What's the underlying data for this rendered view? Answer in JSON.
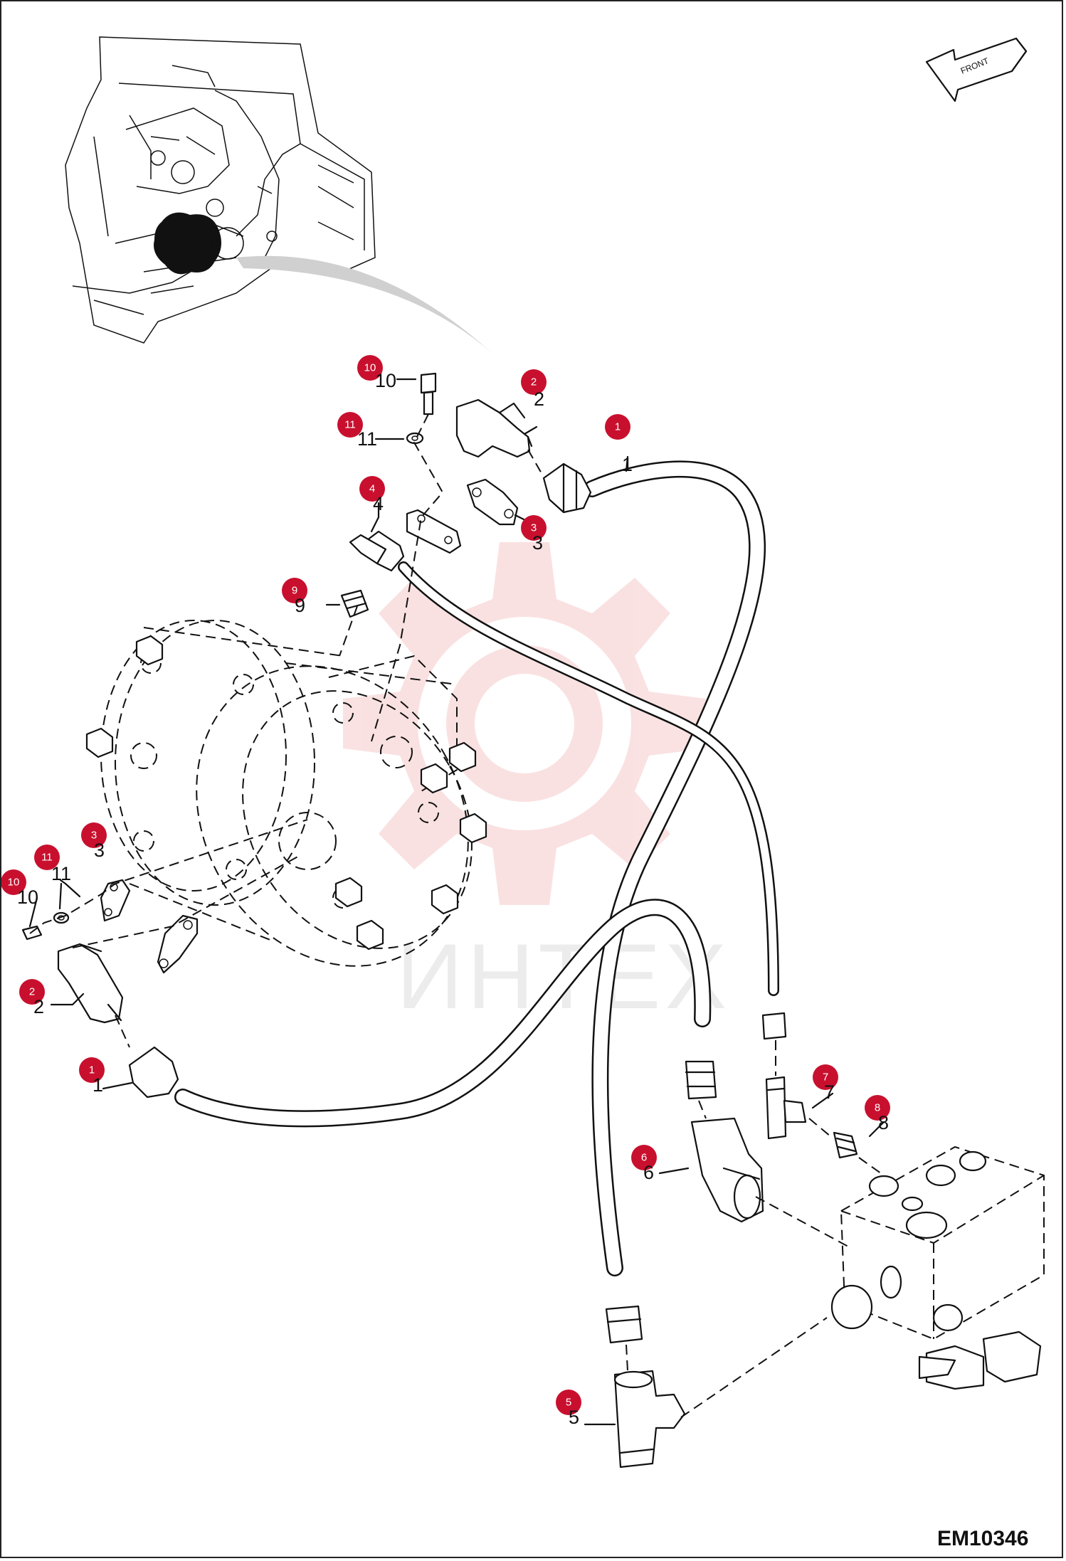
{
  "diagram": {
    "drawing_code": "EM10346",
    "orientation_label": "FRONT",
    "watermark_text": "ИНТЕХ",
    "callouts": [
      {
        "id": "10",
        "text": "10"
      },
      {
        "id": "11",
        "text": "11"
      },
      {
        "id": "2",
        "text": "2"
      },
      {
        "id": "1",
        "text": "1"
      },
      {
        "id": "4",
        "text": "4"
      },
      {
        "id": "3",
        "text": "3"
      },
      {
        "id": "9",
        "text": "9"
      },
      {
        "id": "7",
        "text": "7"
      },
      {
        "id": "8",
        "text": "8"
      },
      {
        "id": "6",
        "text": "6"
      },
      {
        "id": "5",
        "text": "5"
      }
    ],
    "colors": {
      "callout": "#c8102e",
      "line": "#111111",
      "watermark": "#f6caca"
    }
  }
}
